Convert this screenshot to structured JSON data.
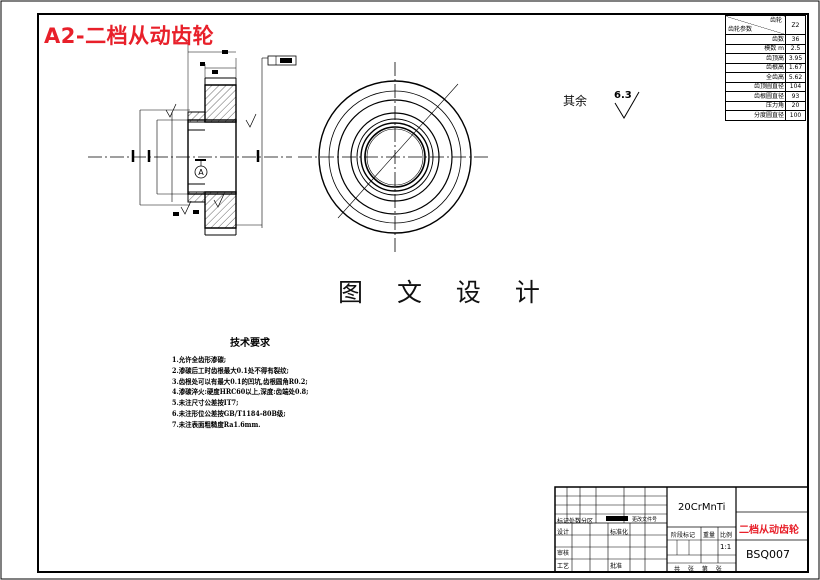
{
  "sheet_title": "A2-二档从动齿轮",
  "center_caption": "图 文 设 计",
  "roughness": {
    "label": "其余",
    "value": "6.3"
  },
  "datum_letter": "A",
  "tech_requirements": {
    "heading": "技术要求",
    "items": [
      "1.允许全齿形渗碳;",
      "2.渗碳后工时齿根最大0.1处不得有裂纹;",
      "3.齿根处可以有最大0.1的凹坑,齿根圆角R0.2;",
      "4.渗碳淬火:硬度HRC60以上,深度:齿端处0.8;",
      "5.未注尺寸公差按IT7;",
      "6.未注形位公差按GB/T1184-80B级;",
      "7.未注表面粗糙度Ra1.6mm."
    ]
  },
  "param_table": {
    "header": {
      "right_label": "齿轮",
      "left_label": "齿轮参数",
      "col": "Z2"
    },
    "rows": [
      {
        "name": "齿数",
        "value": "36"
      },
      {
        "name": "模数 m",
        "value": "2.5"
      },
      {
        "name": "齿顶高",
        "value": "3.95"
      },
      {
        "name": "齿根高",
        "value": "1.67"
      },
      {
        "name": "全齿高",
        "value": "5.62"
      },
      {
        "name": "齿顶圆直径",
        "value": "104"
      },
      {
        "name": "齿根圆直径",
        "value": "93"
      },
      {
        "name": "压力角",
        "value": "20"
      },
      {
        "name": "分度圆直径",
        "value": "100"
      }
    ]
  },
  "title_block": {
    "material": "20CrMnTi",
    "part_name": "二档从动齿轮",
    "drawing_no": "BSQ007",
    "scale": "1:1",
    "labels": {
      "revision": "标记处数分区",
      "doc_no": "更改文件号",
      "design": "设计",
      "standardize": "标准化",
      "stage_mark": "阶段标记",
      "weight": "重量",
      "scale_label": "比例",
      "review": "审核",
      "process": "工艺",
      "approve": "批准",
      "sheets": "共 张 第 张"
    }
  },
  "colors": {
    "title_red": "#e8202a",
    "ink": "#000000"
  }
}
